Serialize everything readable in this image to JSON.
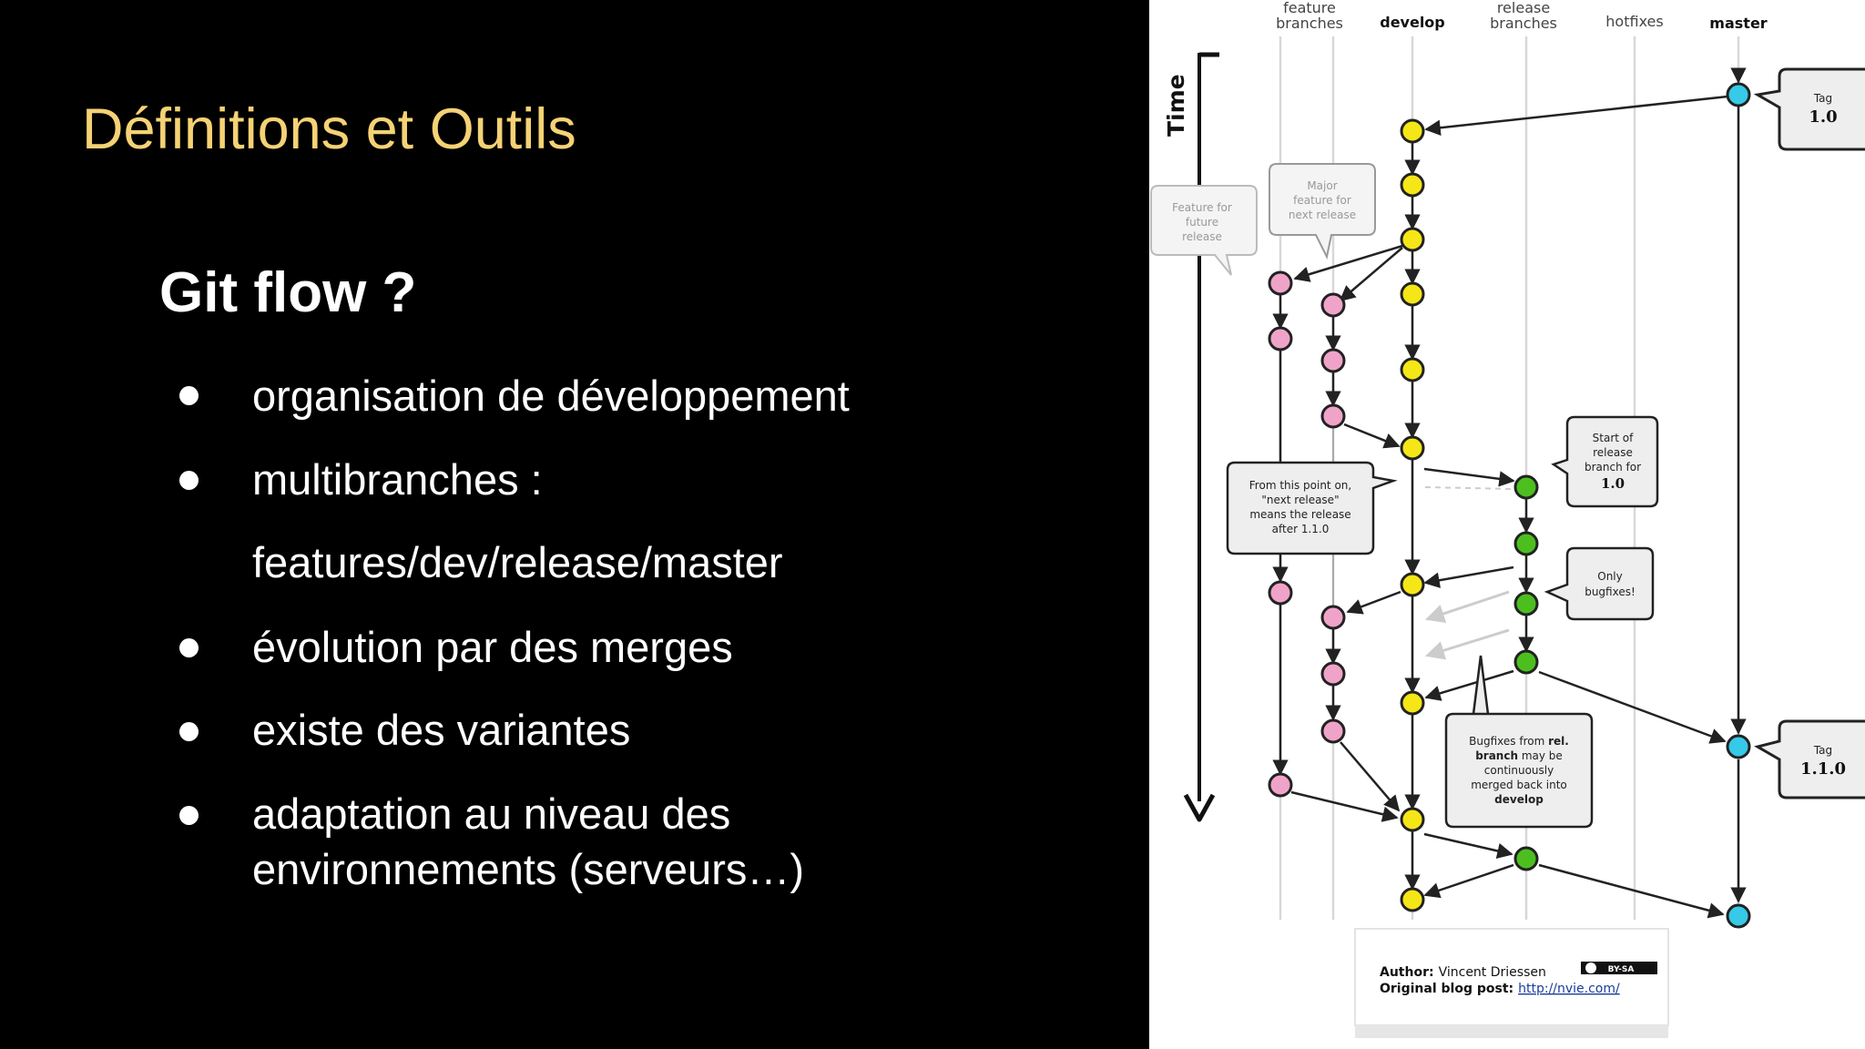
{
  "slide": {
    "title": "Définitions et Outils",
    "subtitle": "Git flow ?",
    "bullets": [
      "organisation de développement",
      "multibranches :",
      "évolution par des merges",
      "existe des variantes",
      "adaptation au niveau des"
    ],
    "bullet_continuations": {
      "b1": "features/dev/release/master",
      "b4": "environnements (serveurs…)"
    }
  },
  "diagram": {
    "columns": {
      "feature_1": "feature",
      "feature_2": "branches",
      "develop": "develop",
      "release_1": "release",
      "release_2": "branches",
      "hotfixes": "hotfixes",
      "master": "master"
    },
    "time_label": "Time",
    "notes": {
      "feature_future": [
        "Feature for",
        "future",
        "release"
      ],
      "major_feature": [
        "Major",
        "feature for",
        "next release"
      ],
      "tag1": {
        "label": "Tag",
        "value": "1.0"
      },
      "tag2": {
        "label": "Tag",
        "value": "1.1.0"
      },
      "start_release": [
        "Start of",
        "release",
        "branch for"
      ],
      "start_release_version": "1.0",
      "from_this_point": [
        "From this point on,",
        "\"next release\"",
        "means the release",
        "after 1.1.0"
      ],
      "only_bugfixes": [
        "Only",
        "bugfixes!"
      ],
      "bugfixes": {
        "l1a": "Bugfixes from ",
        "l1b": "rel.",
        "l2a": "branch",
        "l2b": " may be",
        "l3": "continuously",
        "l4": "merged back into",
        "l5": "develop"
      }
    },
    "credits": {
      "author_label": "Author:",
      "author": "Vincent Driessen",
      "post_label": "Original blog post:",
      "url": "http://nvie.com/",
      "license": "BY-SA"
    },
    "colors": {
      "develop": "#f5e617",
      "feature": "#f0a3c8",
      "release": "#4cbf1f",
      "master": "#36c9e8"
    }
  }
}
